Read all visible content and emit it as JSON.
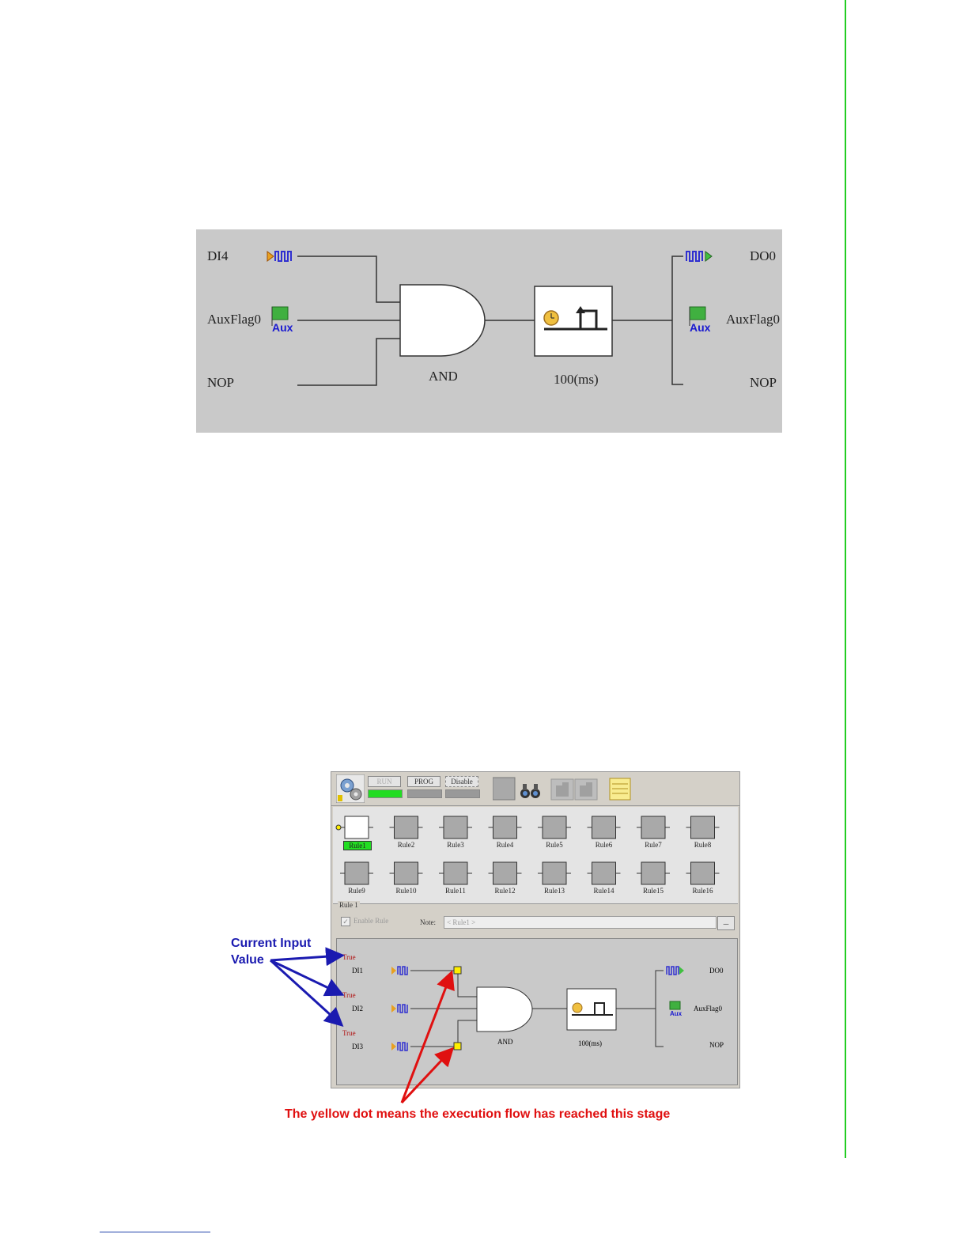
{
  "diagram1": {
    "inputs": [
      "DI4",
      "AuxFlag0",
      "NOP"
    ],
    "gate_label": "AND",
    "timer_label": "100(ms)",
    "outputs": [
      "DO0",
      "AuxFlag0",
      "NOP"
    ],
    "aux_text": "Aux"
  },
  "screenshot": {
    "toolbar": {
      "run": "RUN",
      "prog": "PROG",
      "disable": "Disable"
    },
    "rules_row1": [
      "Rule1",
      "Rule2",
      "Rule3",
      "Rule4",
      "Rule5",
      "Rule6",
      "Rule7",
      "Rule8"
    ],
    "rules_row2": [
      "Rule9",
      "Rule10",
      "Rule11",
      "Rule12",
      "Rule13",
      "Rule14",
      "Rule15",
      "Rule16"
    ],
    "group_label": "Rule 1",
    "enable_label": "Enable Rule",
    "note_label": "Note:",
    "note_value": "< Rule1 >",
    "browse_btn": "...",
    "input_values": [
      "True",
      "True",
      "True"
    ],
    "inputs": [
      "DI1",
      "DI2",
      "DI3"
    ],
    "gate_label": "AND",
    "timer_label": "100(ms)",
    "outputs": [
      "DO0",
      "AuxFlag0",
      "NOP"
    ],
    "aux_text": "Aux"
  },
  "annotations": {
    "current_input": [
      "Current Input",
      "Value"
    ],
    "yellow_dot": "The yellow dot means the execution flow has reached this stage"
  }
}
